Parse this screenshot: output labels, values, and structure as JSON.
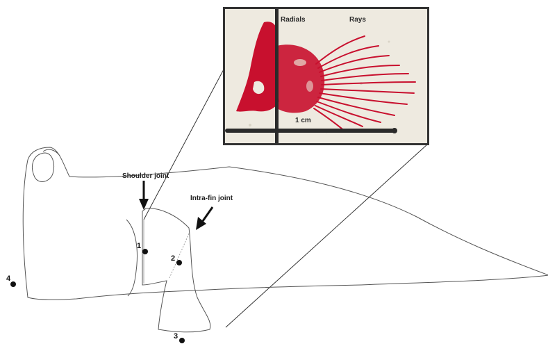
{
  "labels": {
    "shoulder_joint": "Shoulder joint",
    "intra_fin_joint": "Intra-fin joint",
    "radials": "Radials",
    "rays": "Rays",
    "scale": "1 cm"
  },
  "landmarks": {
    "p1": "1",
    "p2": "2",
    "p3": "3",
    "p4": "4"
  },
  "colors": {
    "outline": "#555555",
    "fin_red": "#c8102e",
    "photo_border": "#333333",
    "photo_bg": "#eeeae0",
    "marker": "#111111"
  }
}
